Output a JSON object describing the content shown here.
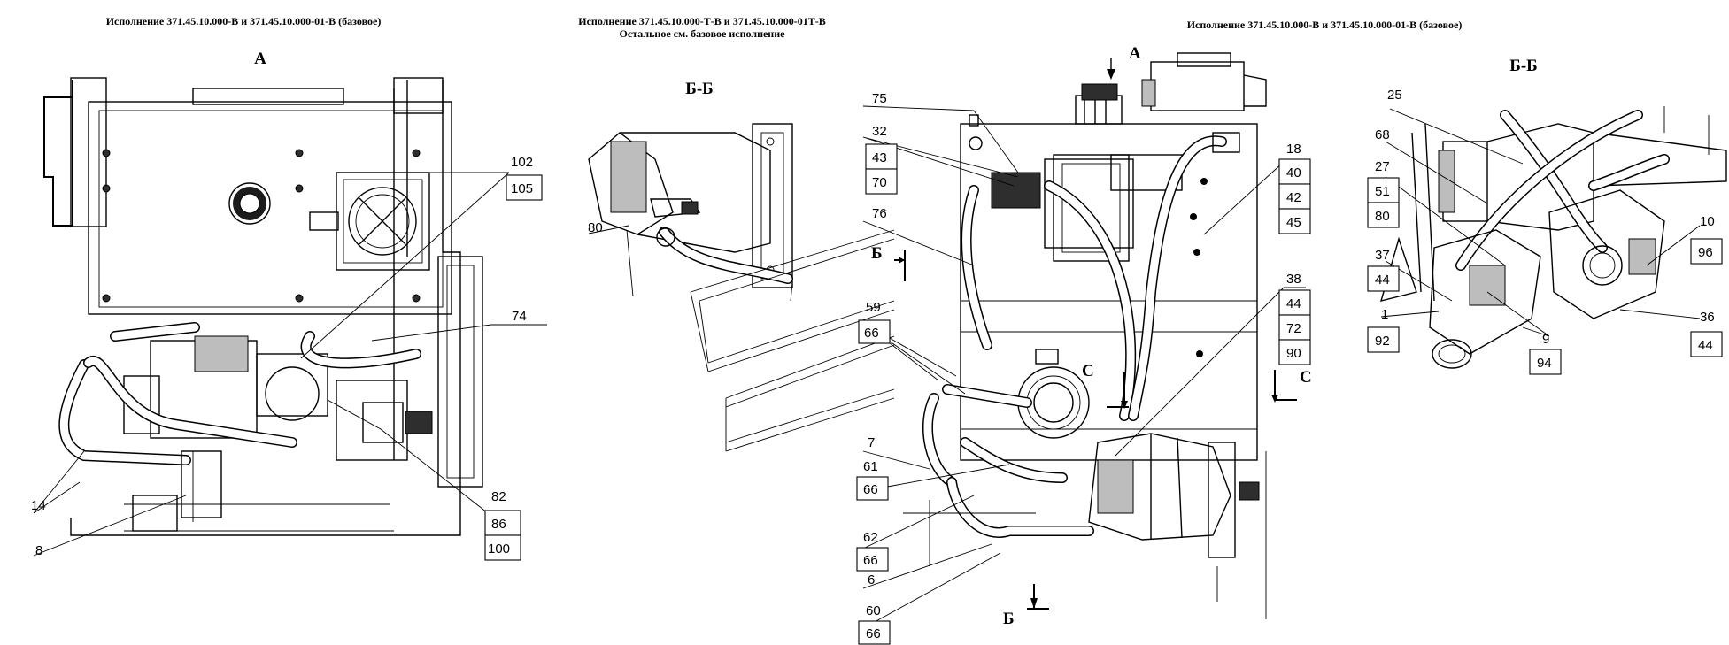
{
  "titles": {
    "left": "Исполнение 371.45.10.000-В и 371.45.10.000-01-В (базовое)",
    "middle_line1": "Исполнение 371.45.10.000-Т-В и 371.45.10.000-01Т-В",
    "middle_line2": "Остальное см. базовое исполнение",
    "right": "Исполнение 371.45.10.000-В и 371.45.10.000-01-В (базовое)"
  },
  "view_labels": {
    "view_a": "А",
    "section_bb_left": "Б-Б",
    "section_bb_right": "Б-Б",
    "arrow_a": "А",
    "mark_b_top": "Б",
    "mark_b_bottom": "Б",
    "mark_c_left": "С",
    "mark_c_right": "С"
  },
  "callouts": {
    "left_view": [
      "102",
      "105",
      "74",
      "14",
      "8",
      "82",
      "86",
      "100"
    ],
    "middle_view": [
      "80"
    ],
    "main_view": [
      "75",
      "32",
      "43",
      "70",
      "76",
      "59",
      "66",
      "7",
      "61",
      "66",
      "62",
      "66",
      "6",
      "60",
      "66",
      "18",
      "40",
      "42",
      "45",
      "38",
      "44",
      "72",
      "90"
    ],
    "right_view": [
      "25",
      "68",
      "27",
      "51",
      "80",
      "37",
      "44",
      "1",
      "92",
      "9",
      "94",
      "10",
      "96",
      "36",
      "44"
    ]
  },
  "colors": {
    "line": "#000000",
    "paper": "#ffffff",
    "fill_grey": "#bdbdbd"
  }
}
